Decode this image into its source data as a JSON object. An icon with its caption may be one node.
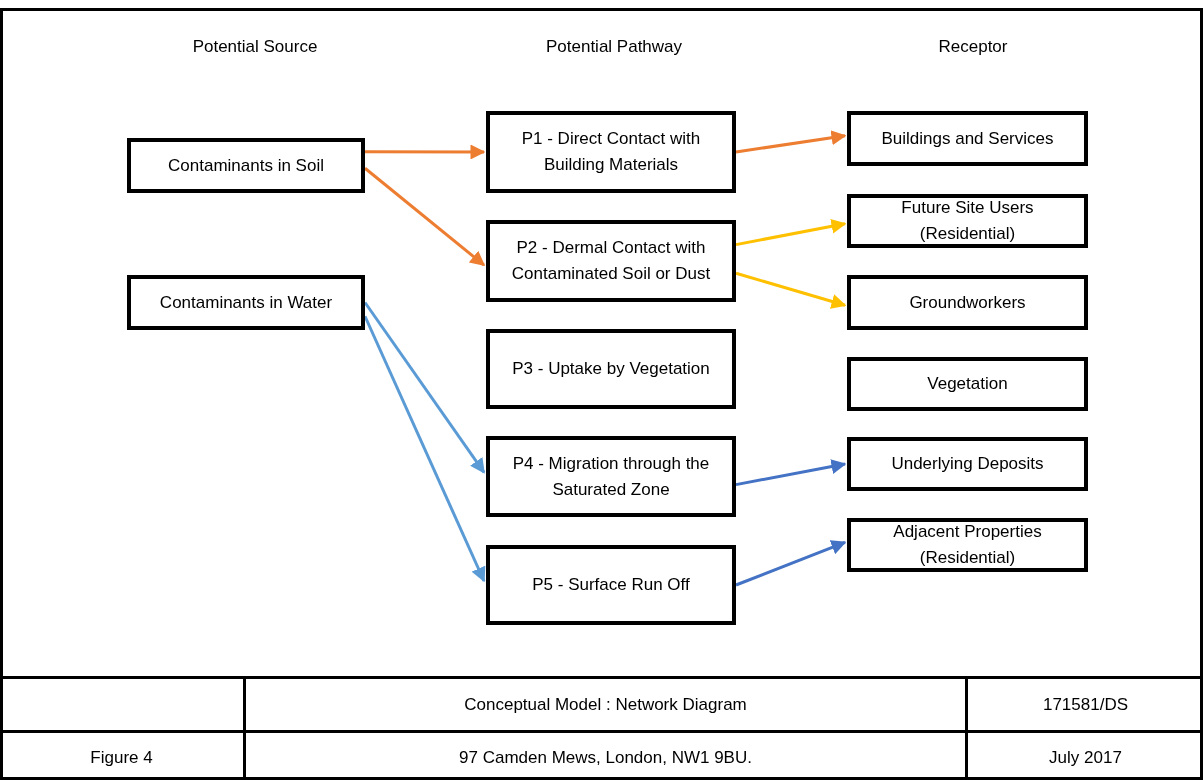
{
  "diagram": {
    "nodes": [
      {
        "text": [
          "Contaminants in Soil"
        ]
      },
      {
        "text": [
          "Contaminants in Water"
        ]
      },
      {
        "text": [
          "P1 - Direct Contact with Building Materials"
        ]
      },
      {
        "text": [
          "P2 - Dermal Contact with Contaminated Soil or Dust"
        ]
      },
      {
        "text": [
          "P3 - Uptake by Vegetation"
        ]
      },
      {
        "text": [
          "P4 - Migration through the Saturated Zone"
        ]
      },
      {
        "text": [
          "P5 - Surface Run Off"
        ]
      },
      {
        "text": [
          "Buildings and Services"
        ]
      },
      {
        "text": [
          "Future Site Users (Residential)"
        ]
      },
      {
        "text": [
          "Groundworkers"
        ]
      },
      {
        "text": [
          "Vegetation"
        ]
      },
      {
        "text": [
          "Underlying Deposits"
        ]
      },
      {
        "text": [
          "Adjacent Properties (Residential)"
        ]
      }
    ],
    "edges": [
      {
        "from": 0,
        "to": 2,
        "arrow": "to",
        "color": "#ed7d31"
      },
      {
        "from": 0,
        "to": 3,
        "arrow": "to",
        "color": "#ed7d31"
      },
      {
        "from": 2,
        "to": 7,
        "arrow": "to",
        "color": "#ed7d31"
      },
      {
        "from": 3,
        "to": 8,
        "arrow": "to",
        "color": "#ffc000"
      },
      {
        "from": 3,
        "to": 9,
        "arrow": "to",
        "color": "#ffc000"
      },
      {
        "from": 1,
        "to": 5,
        "arrow": "to",
        "color": "#5b9bd5"
      },
      {
        "from": 1,
        "to": 6,
        "arrow": "to",
        "color": "#5b9bd5"
      },
      {
        "from": 5,
        "to": 11,
        "arrow": "to",
        "color": "#4472c4"
      },
      {
        "from": 6,
        "to": 12,
        "arrow": "to",
        "color": "#4472c4"
      }
    ],
    "labels": [
      "Potential Source",
      "Potential Pathway",
      "Receptor",
      "Conceptual Model : Network Diagram",
      "171581/DS",
      "Figure 4",
      "97 Camden Mews, London, NW1 9BU.",
      "July 2017"
    ]
  }
}
